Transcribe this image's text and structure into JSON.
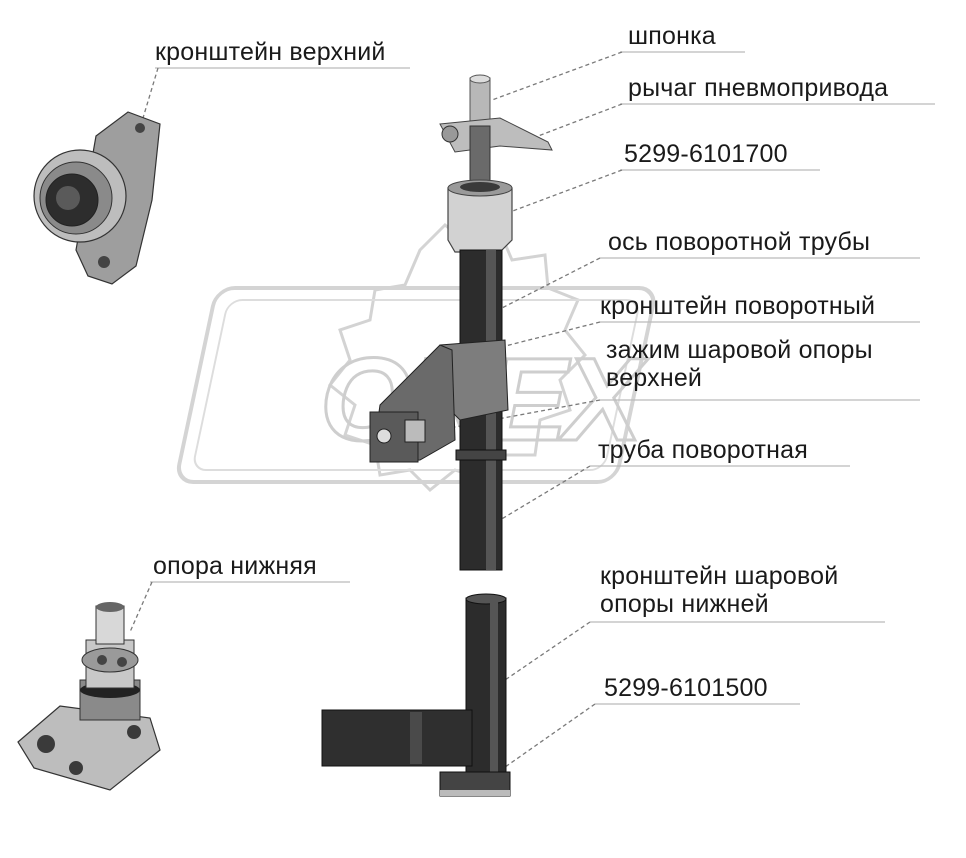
{
  "labels": {
    "shponka": "шпонка",
    "rychag": "рычаг пневмопривода",
    "part_upper": "5299-6101700",
    "os_truby": "ось поворотной трубы",
    "kronshtein_povorotny": "кронштейн поворотный",
    "zazhim": "зажим шаровой опоры верхней",
    "truba": "труба поворотная",
    "kronshtein_verkhny": "кронштейн верхний",
    "opora_nizhnyaya": "опора нижняя",
    "kronshtein_sharovoy": "кронштейн шаровой опоры нижней",
    "part_lower": "5299-6101500"
  },
  "watermark": {
    "text": "ORЕX"
  },
  "colors": {
    "text": "#1a1a1a",
    "leader": "#777777",
    "watermark": "#d4d4d4",
    "part_dark": "#2b2b2b",
    "part_mid": "#8a8a8a",
    "part_light": "#d9d9d9"
  }
}
